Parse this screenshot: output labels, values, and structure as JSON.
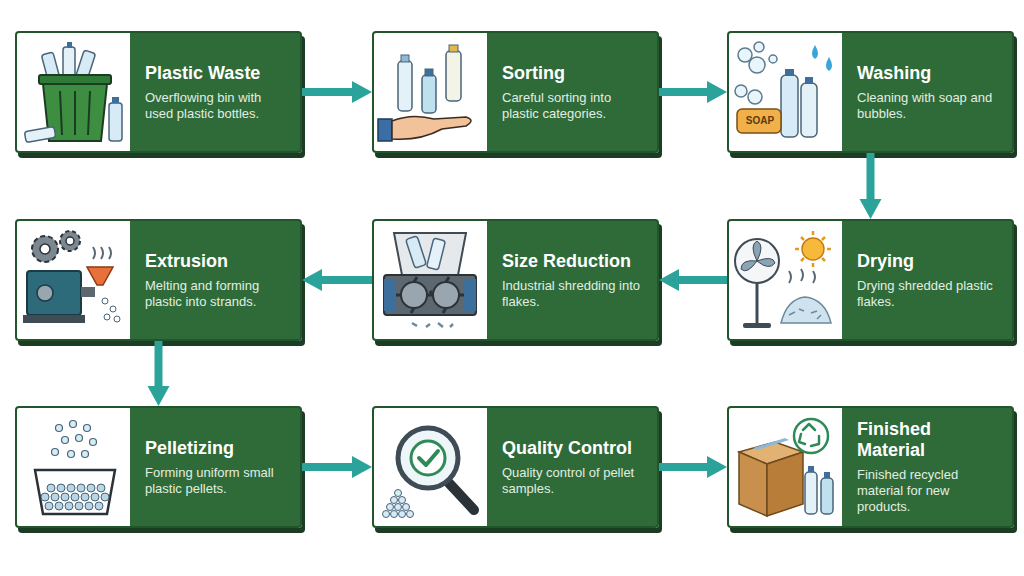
{
  "diagram": {
    "nodes": [
      {
        "text": [
          "Plastic Waste",
          "Overflowing bin with used plastic bottles."
        ]
      },
      {
        "text": [
          "Sorting",
          "Careful sorting into plastic categories."
        ]
      },
      {
        "text": [
          "Washing",
          "Cleaning with soap and bubbles."
        ]
      },
      {
        "text": [
          "Drying",
          "Drying shredded plastic flakes."
        ]
      },
      {
        "text": [
          "Size Reduction",
          "Industrial shredding into flakes."
        ]
      },
      {
        "text": [
          "Extrusion",
          "Melting and forming plastic into strands."
        ]
      },
      {
        "text": [
          "Pelletizing",
          "Forming uniform small plastic pellets."
        ]
      },
      {
        "text": [
          "Quality Control",
          "Quality control of pellet samples."
        ]
      },
      {
        "text": [
          "Finished Material",
          "Finished recycled material for new products."
        ]
      }
    ],
    "edges": [
      {
        "from": 0,
        "to": 1,
        "arrow": "to"
      },
      {
        "from": 1,
        "to": 2,
        "arrow": "to"
      },
      {
        "from": 2,
        "to": 3,
        "arrow": "to"
      },
      {
        "from": 3,
        "to": 4,
        "arrow": "to"
      },
      {
        "from": 4,
        "to": 5,
        "arrow": "to"
      },
      {
        "from": 5,
        "to": 6,
        "arrow": "to"
      },
      {
        "from": 6,
        "to": 7,
        "arrow": "to"
      },
      {
        "from": 7,
        "to": 8,
        "arrow": "to"
      }
    ],
    "labels": [
      "SOAP"
    ]
  }
}
